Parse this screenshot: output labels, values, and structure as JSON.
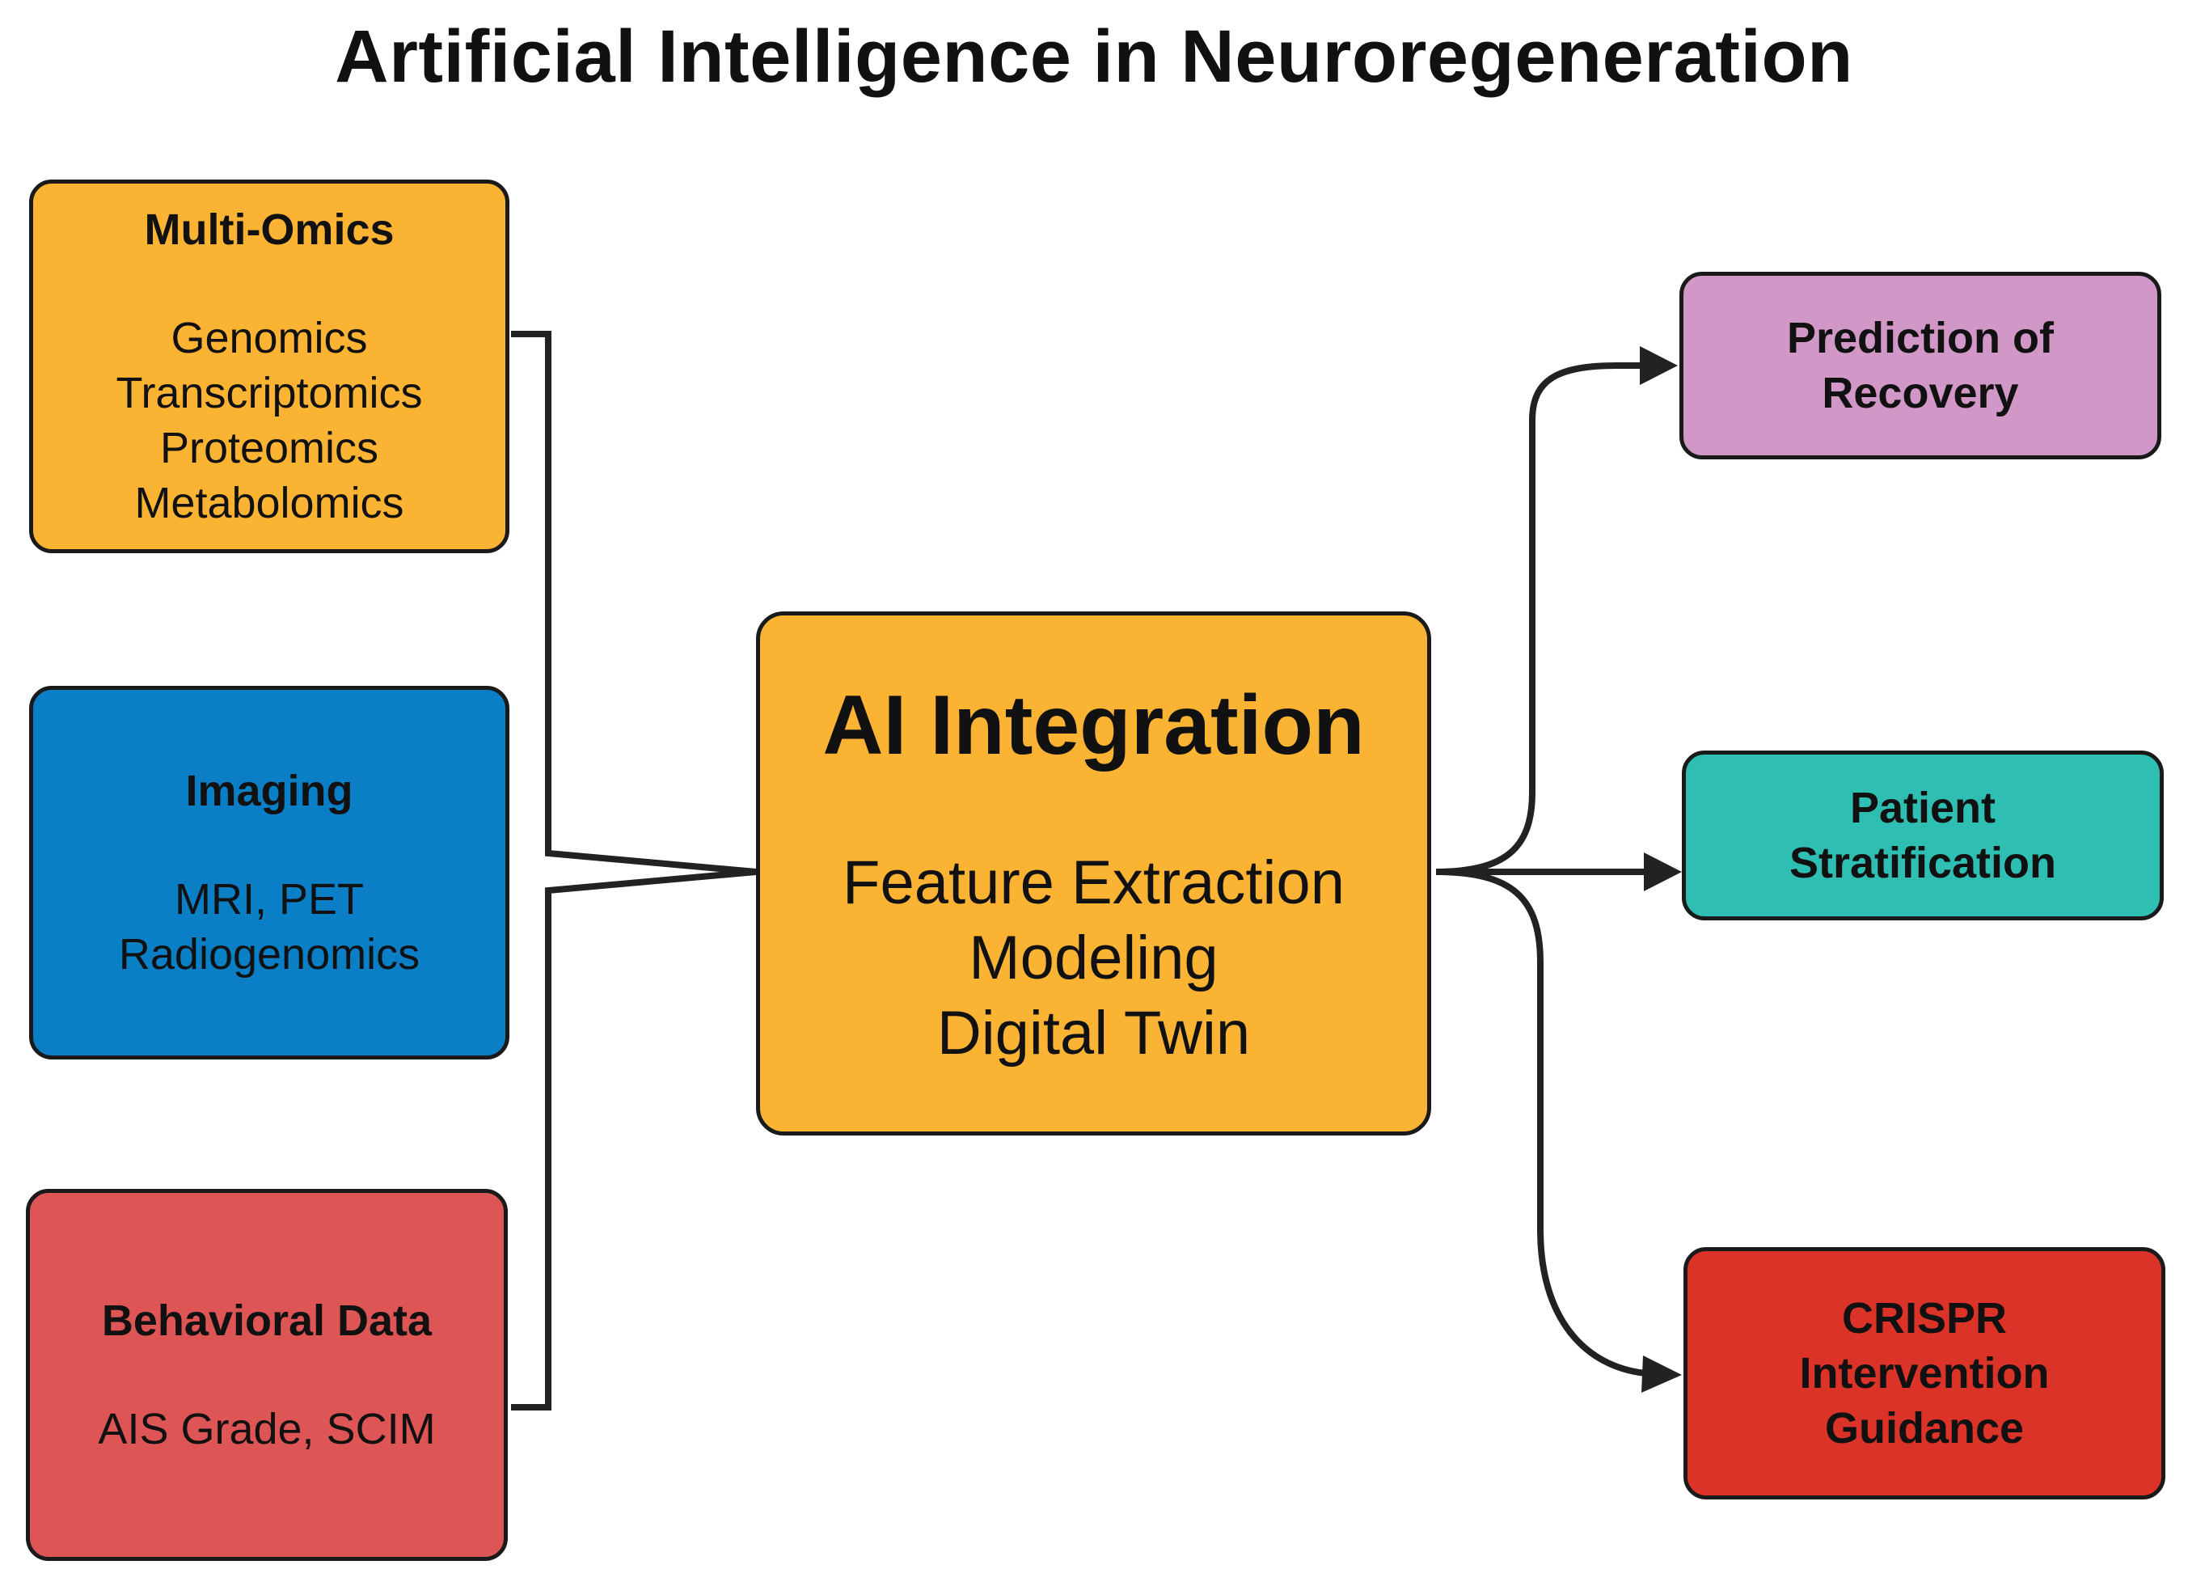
{
  "title": "Artificial Intelligence in Neuroregeneration",
  "inputs": {
    "omics": {
      "title": "Multi-Omics",
      "items": [
        "Genomics",
        "Transcriptomics",
        "Proteomics",
        "Metabolomics"
      ],
      "color": "#FBB334"
    },
    "imaging": {
      "title": "Imaging",
      "items": [
        "MRI, PET",
        "Radiogenomics"
      ],
      "color": "#0A7FC6"
    },
    "behavior": {
      "title": "Behavioral Data",
      "items": [
        "AIS Grade, SCIM"
      ],
      "color": "#DD5555"
    }
  },
  "core": {
    "title": "AI Integration",
    "items": [
      "Feature Extraction",
      "Modeling",
      "Digital Twin"
    ],
    "color": "#FBB334"
  },
  "outputs": {
    "recovery": {
      "lines": [
        "Prediction of",
        "Recovery"
      ],
      "color": "#D197C6"
    },
    "stratification": {
      "lines": [
        "Patient",
        "Stratification"
      ],
      "color": "#2FBFB2"
    },
    "crispr": {
      "lines": [
        "CRISPR",
        "Intervention",
        "Guidance"
      ],
      "color": "#DC3329"
    }
  }
}
